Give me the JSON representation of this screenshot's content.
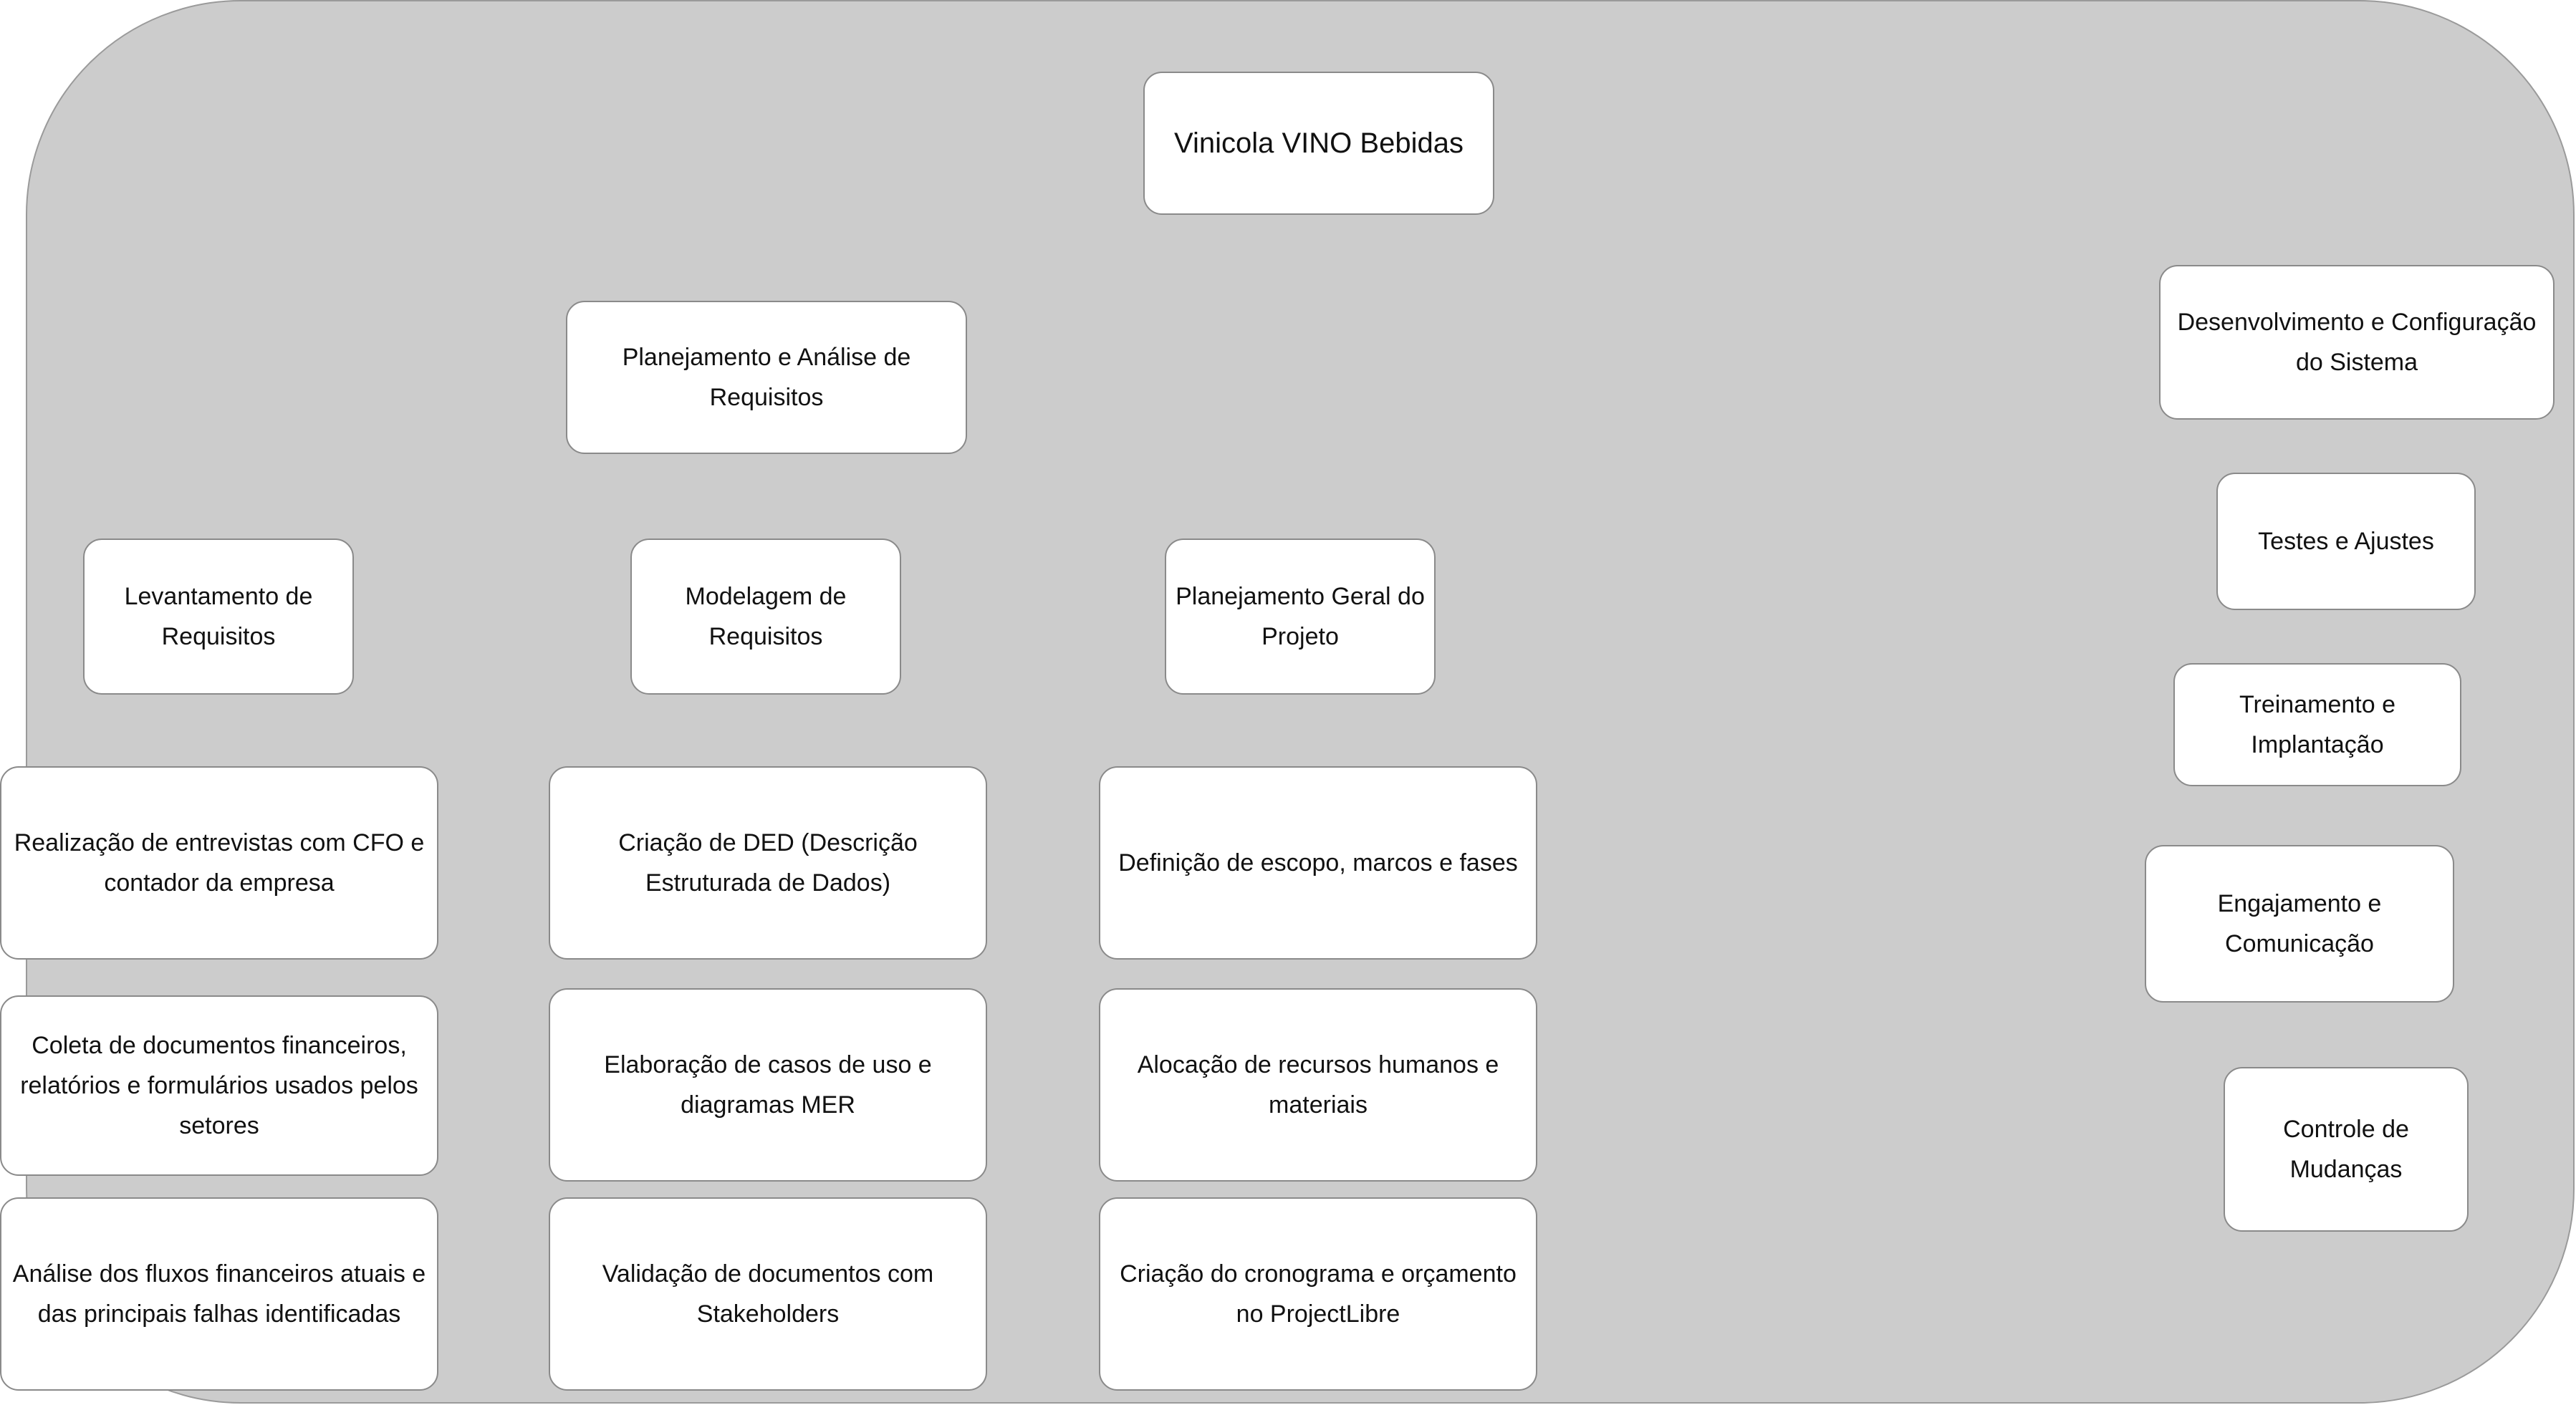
{
  "diagram": {
    "root": "Vinicola VINO Bebidas",
    "phase": "Planejamento e Análise de Requisitos",
    "groups": [
      {
        "label": "Levantamento de Requisitos",
        "tasks": [
          "Realização de entrevistas com CFO e contador da empresa",
          "Coleta de documentos financeiros, relatórios e formulários usados pelos setores",
          "Análise dos fluxos financeiros atuais e das principais falhas identificadas"
        ]
      },
      {
        "label": "Modelagem de Requisitos",
        "tasks": [
          "Criação de DED (Descrição Estruturada de Dados)",
          "Elaboração de casos de uso e diagramas MER",
          "Validação de documentos com Stakeholders"
        ]
      },
      {
        "label": "Planejamento Geral do Projeto",
        "tasks": [
          "Definição de escopo, marcos e fases",
          "Alocação de recursos humanos e materiais",
          "Criação do cronograma e orçamento no ProjectLibre"
        ]
      }
    ],
    "phases_right": [
      "Desenvolvimento e Configuração do Sistema",
      "Testes e Ajustes",
      "Treinamento e Implantação",
      "Engajamento e Comunicação",
      "Controle de Mudanças"
    ]
  }
}
